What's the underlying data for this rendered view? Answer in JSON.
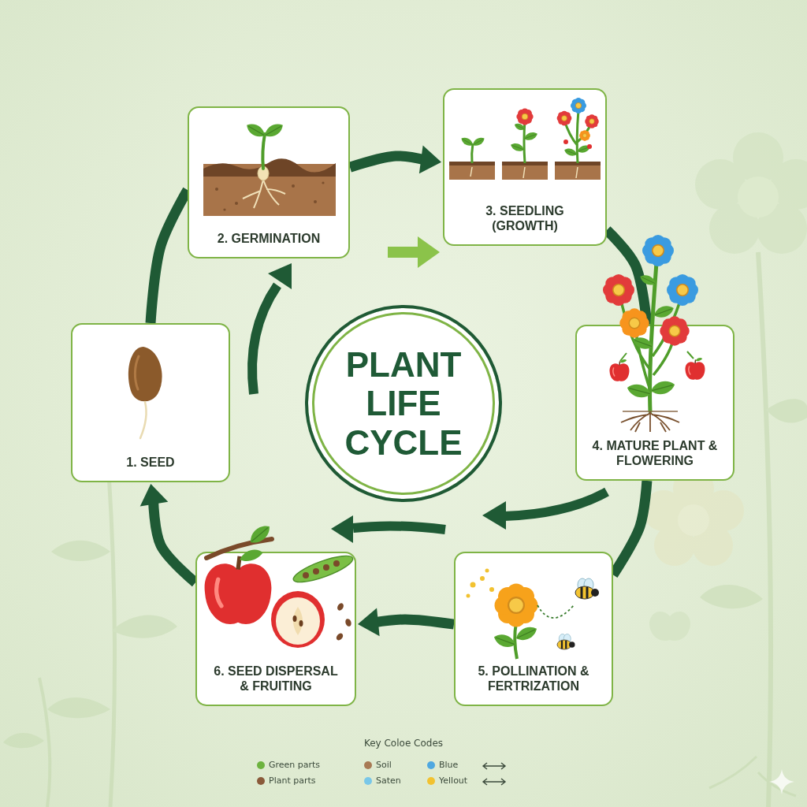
{
  "diagram": {
    "nodes": [
      {
        "text": [
          "1. SEED"
        ]
      },
      {
        "text": [
          "2. GERMINATION"
        ]
      },
      {
        "text": [
          "3. SEEDLING (GROWTH)"
        ]
      },
      {
        "text": [
          "4. MATURE PLANT & FLOWERING"
        ]
      },
      {
        "text": [
          "5. POLLINATION & FERTRIZATION"
        ]
      },
      {
        "text": [
          "6. SEED DISPERSAL & FRUITING"
        ]
      },
      {
        "text": [
          "PLANT LIFE CYCLE"
        ]
      }
    ],
    "edges": [
      {
        "from": 0,
        "to": 1,
        "arrow": "none"
      },
      {
        "from": 1,
        "to": 2,
        "arrow": "to"
      },
      {
        "from": 2,
        "to": 3,
        "arrow": "none"
      },
      {
        "from": 3,
        "to": 4,
        "arrow": "none"
      },
      {
        "from": 4,
        "to": 5,
        "arrow": "to"
      },
      {
        "from": 5,
        "to": 0,
        "arrow": "to"
      }
    ],
    "labels": [
      "Key Coloe Codes"
    ],
    "legend": [
      {
        "text": "Green parts",
        "color": "#6db33f"
      },
      {
        "text": "Soil",
        "color": "#a87a55"
      },
      {
        "text": "Blue",
        "color": "#4fa8e0"
      },
      {
        "text": "Plant parts",
        "color": "#8a5a3a"
      },
      {
        "text": "Saten",
        "color": "#79c7e8"
      },
      {
        "text": "Yellout",
        "color": "#f2c230"
      }
    ]
  }
}
